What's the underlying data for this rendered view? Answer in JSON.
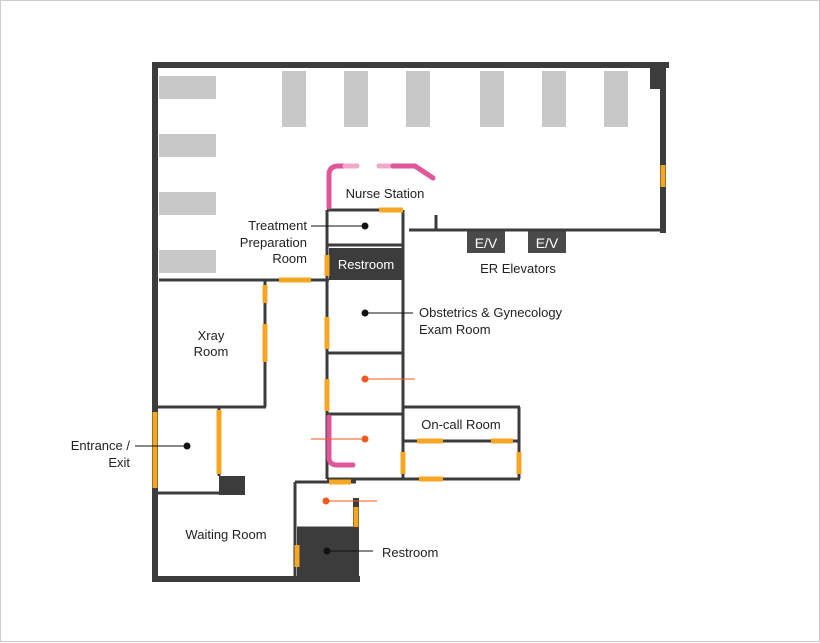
{
  "colors": {
    "wall": "#3c3c3c",
    "door": "#f5a623",
    "accent_pink": "#e0569b",
    "accent_pink_light": "#f0a8cc",
    "furniture_gray": "#c8c8c8",
    "marker_orange": "#f05a1e",
    "marker_black": "#111111",
    "label_text": "#222222"
  },
  "labels": {
    "nurse_station": "Nurse Station",
    "treatment_l1": "Treatment",
    "treatment_l2": "Preparation",
    "treatment_l3": "Room",
    "restroom_top": "Restroom",
    "ev_left": "E/V",
    "ev_right": "E/V",
    "er_elevators": "ER Elevators",
    "obgyn_l1": "Obstetrics & Gynecology",
    "obgyn_l2": "Exam Room",
    "xray_l1": "Xray",
    "xray_l2": "Room",
    "oncall": "On-call Room",
    "entrance_l1": "Entrance /",
    "entrance_l2": "Exit",
    "waiting": "Waiting Room",
    "restroom_bottom": "Restroom"
  }
}
